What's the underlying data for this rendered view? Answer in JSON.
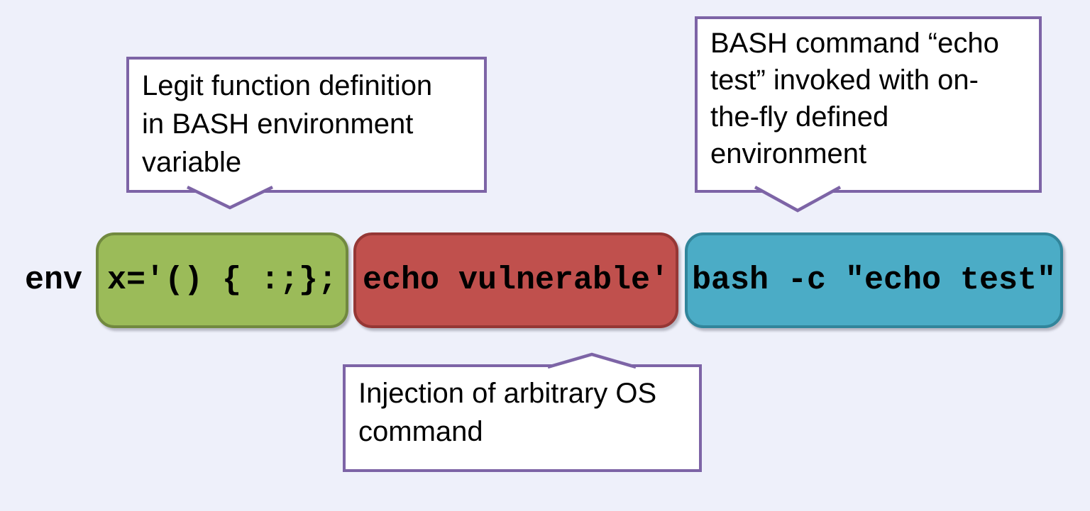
{
  "colors": {
    "background": "#eef0fa",
    "callout_fill": "#ffffff",
    "callout_border": "#7d64a6",
    "text": "#000000",
    "green_fill": "#9bbb59",
    "green_border": "#71893f",
    "red_fill": "#c0504d",
    "red_border": "#953735",
    "teal_fill": "#4bacc6",
    "teal_border": "#31859b"
  },
  "callouts": {
    "legit_function": {
      "text": "Legit function definition\nin BASH environment\nvariable"
    },
    "bash_command": {
      "text": "BASH command “echo\ntest” invoked with on-\nthe-fly defined\nenvironment"
    },
    "injection": {
      "text": "Injection of arbitrary OS\ncommand"
    }
  },
  "command": {
    "prefix": "env",
    "segments": [
      {
        "id": "function-definition",
        "text": "x='() { :;};"
      },
      {
        "id": "injected-command",
        "text": "echo vulnerable'"
      },
      {
        "id": "bash-invocation",
        "text": "bash -c \"echo test\""
      }
    ]
  }
}
